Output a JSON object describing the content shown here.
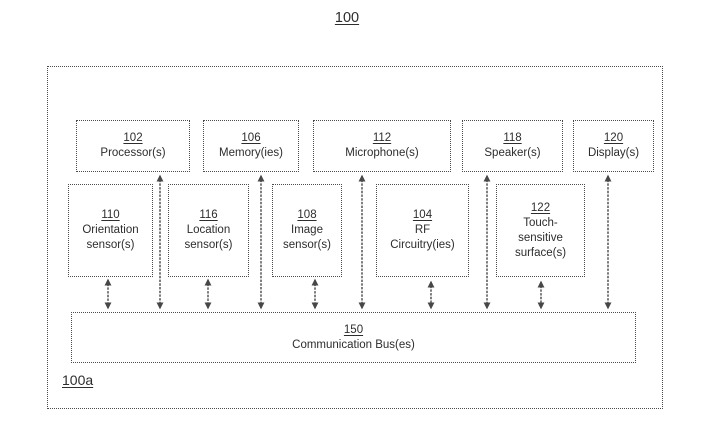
{
  "figure": {
    "title": "100",
    "outer_label": "100a"
  },
  "top_row": [
    {
      "ref": "102",
      "label": "Processor(s)"
    },
    {
      "ref": "106",
      "label": "Memory(ies)"
    },
    {
      "ref": "112",
      "label": "Microphone(s)"
    },
    {
      "ref": "118",
      "label": "Speaker(s)"
    },
    {
      "ref": "120",
      "label": "Display(s)"
    }
  ],
  "middle_row": [
    {
      "ref": "110",
      "lines": [
        "Orientation",
        "sensor(s)"
      ]
    },
    {
      "ref": "116",
      "lines": [
        "Location",
        "sensor(s)"
      ]
    },
    {
      "ref": "108",
      "lines": [
        "Image",
        "sensor(s)"
      ]
    },
    {
      "ref": "104",
      "lines": [
        "RF",
        "Circuitry(ies)"
      ]
    },
    {
      "ref": "122",
      "lines": [
        "Touch-",
        "sensitive",
        "surface(s)"
      ]
    }
  ],
  "bus": {
    "ref": "150",
    "label": "Communication Bus(es)"
  },
  "colors": {
    "line": "#4a4a4a",
    "text": "#2d2d2d",
    "background": "#ffffff"
  }
}
